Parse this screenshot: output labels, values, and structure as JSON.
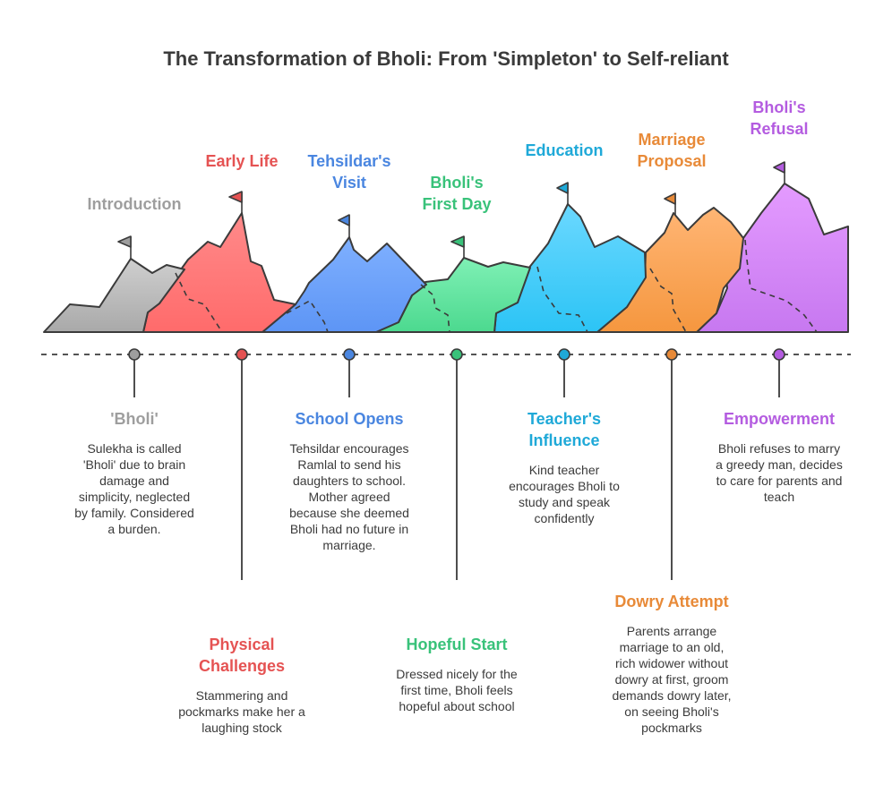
{
  "title": "The Transformation of Bholi: From 'Simpleton' to Self-reliant",
  "colors": {
    "gray": "#9e9e9e",
    "red": "#e55353",
    "blue": "#4a86e0",
    "green": "#39c27a",
    "cyan": "#1fa9d8",
    "orange": "#e88a38",
    "purple": "#b45ce0",
    "outline": "#3b3b3b"
  },
  "stages": [
    {
      "label_lines": [
        "Introduction"
      ],
      "color": "#9e9e9e"
    },
    {
      "label_lines": [
        "Early Life"
      ],
      "color": "#e55353"
    },
    {
      "label_lines": [
        "Tehsildar's",
        "Visit"
      ],
      "color": "#4a86e0"
    },
    {
      "label_lines": [
        "Bholi's",
        "First Day"
      ],
      "color": "#39c27a"
    },
    {
      "label_lines": [
        "Education"
      ],
      "color": "#1fa9d8"
    },
    {
      "label_lines": [
        "Marriage",
        "Proposal"
      ],
      "color": "#e88a38"
    },
    {
      "label_lines": [
        "Bholi's",
        "Refusal"
      ],
      "color": "#b45ce0"
    }
  ],
  "milestones": [
    {
      "title_lines": [
        "'Bholi'"
      ],
      "desc_lines": [
        "Sulekha is called",
        "'Bholi' due to brain",
        "damage and",
        "simplicity, neglected",
        "by family. Considered",
        "a burden."
      ],
      "color": "#9e9e9e",
      "position": "upper"
    },
    {
      "title_lines": [
        "Physical",
        "Challenges"
      ],
      "desc_lines": [
        "Stammering and",
        "pockmarks make her a",
        "laughing stock"
      ],
      "color": "#e55353",
      "position": "lower"
    },
    {
      "title_lines": [
        "School Opens"
      ],
      "desc_lines": [
        "Tehsildar encourages",
        "Ramlal to send his",
        "daughters to school.",
        "Mother agreed",
        "because she deemed",
        "Bholi had no future in",
        "marriage."
      ],
      "color": "#4a86e0",
      "position": "upper"
    },
    {
      "title_lines": [
        "Hopeful Start"
      ],
      "desc_lines": [
        "Dressed nicely for the",
        "first time, Bholi feels",
        "hopeful about school"
      ],
      "color": "#39c27a",
      "position": "lower"
    },
    {
      "title_lines": [
        "Teacher's",
        "Influence"
      ],
      "desc_lines": [
        "Kind teacher",
        "encourages Bholi to",
        "study and speak",
        "confidently"
      ],
      "color": "#1fa9d8",
      "position": "upper"
    },
    {
      "title_lines": [
        "Dowry Attempt"
      ],
      "desc_lines": [
        "Parents arrange",
        "marriage to an old,",
        "rich widower without",
        "dowry at first, groom",
        "demands dowry later,",
        "on seeing Bholi's",
        "pockmarks"
      ],
      "color": "#e88a38",
      "position": "lower"
    },
    {
      "title_lines": [
        "Empowerment"
      ],
      "desc_lines": [
        "Bholi refuses to marry",
        "a greedy man, decides",
        "to care for parents and",
        "teach"
      ],
      "color": "#b45ce0",
      "position": "upper"
    }
  ]
}
